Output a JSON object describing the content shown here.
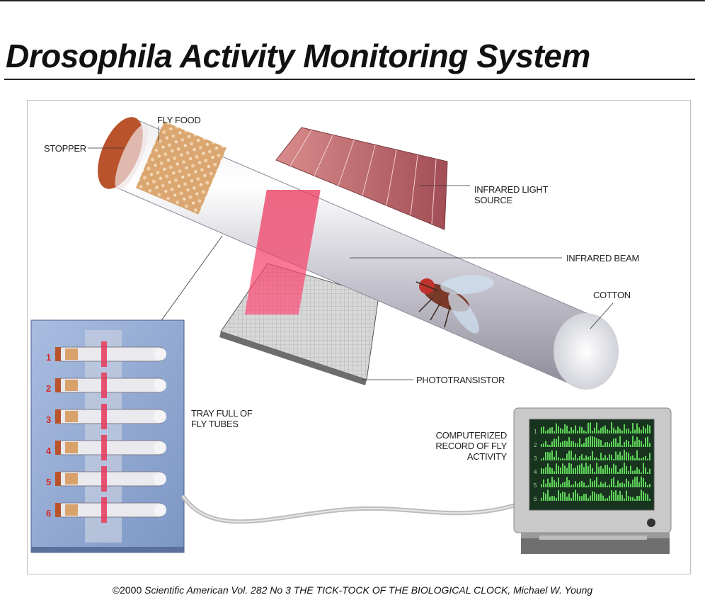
{
  "title": "Drosophila Activity Monitoring System",
  "labels": {
    "stopper": "STOPPER",
    "fly_food": "FLY FOOD",
    "infrared_light_source": [
      "INFRARED LIGHT",
      "SOURCE"
    ],
    "infrared_beam": "INFRARED BEAM",
    "cotton": "COTTON",
    "phototransistor": "PHOTOTRANSISTOR",
    "tray": [
      "TRAY FULL OF",
      "FLY TUBES"
    ],
    "computerized_record": [
      "COMPUTERIZED",
      "RECORD OF FLY",
      "ACTIVITY"
    ]
  },
  "tube_numbers": [
    "1",
    "2",
    "3",
    "4",
    "5",
    "6"
  ],
  "monitor_rows": [
    "1",
    "2",
    "3",
    "4",
    "5",
    "6"
  ],
  "credit": {
    "copyright": "©2000",
    "citation": "Scientific American Vol. 282 No 3 THE TICK-TOCK OF THE BIOLOGICAL CLOCK, Michael W. Young"
  },
  "colors": {
    "beam": "#e8375a",
    "activity": "#5fd35a",
    "tray": "#8aa3cc",
    "stopper": "#b8532c"
  }
}
